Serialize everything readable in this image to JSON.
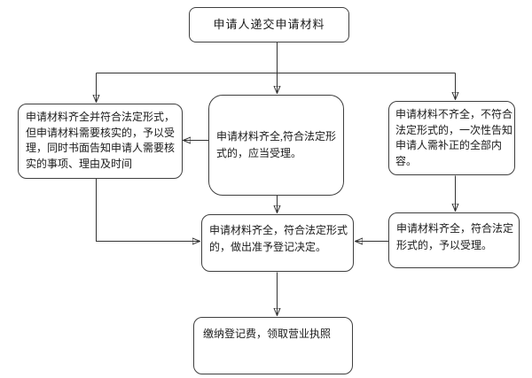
{
  "colors": {
    "background": "#ffffff",
    "node_fill": "#ffffff",
    "node_border": "#3f3f3f",
    "text": "#1a1a1a",
    "connector": "#333333"
  },
  "flowchart": {
    "nodes": [
      {
        "id": "submit",
        "label": "申请人递交申请材料"
      },
      {
        "id": "accept-with-verification",
        "label": "申请材料齐全并符合法定形式，但申请材料需要核实的，予以受理，同时书面告知申请人需要核实的事项、理由及时间"
      },
      {
        "id": "accept-immediate",
        "label": "申请材料齐全,符合法定形式的，应当受理。"
      },
      {
        "id": "notify-incomplete",
        "label": "申请材料不齐全，不符合法定形式的，一次性告知申请人需补正的全部内容。"
      },
      {
        "id": "grant-registration-decision",
        "label": "申请材料齐全，符合法定形式的，做出准予登记决定。"
      },
      {
        "id": "accept-after-correction",
        "label": "申请材料齐全，符合法定形式的，予以受理。"
      },
      {
        "id": "collect-license",
        "label": "缴纳登记费，领取营业执照"
      }
    ],
    "edges": [
      {
        "from": "submit",
        "to": "accept-with-verification"
      },
      {
        "from": "submit",
        "to": "accept-immediate"
      },
      {
        "from": "submit",
        "to": "notify-incomplete"
      },
      {
        "from": "accept-immediate",
        "to": "accept-with-verification"
      },
      {
        "from": "accept-with-verification",
        "to": "grant-registration-decision"
      },
      {
        "from": "accept-immediate",
        "to": "grant-registration-decision"
      },
      {
        "from": "notify-incomplete",
        "to": "accept-after-correction"
      },
      {
        "from": "accept-after-correction",
        "to": "grant-registration-decision"
      },
      {
        "from": "grant-registration-decision",
        "to": "collect-license"
      }
    ]
  }
}
